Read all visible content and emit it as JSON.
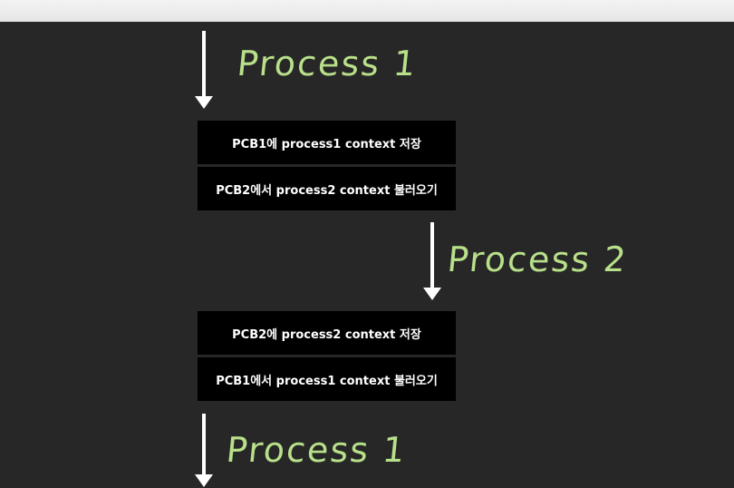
{
  "labels": [
    "Process 1",
    "Process 2",
    "Process 1"
  ],
  "steps": [
    "PCB1에 process1 context 저장",
    "PCB2에서 process2 context 불러오기",
    "PCB2에 process2 context 저장",
    "PCB1에서 process1 context 불러오기"
  ]
}
